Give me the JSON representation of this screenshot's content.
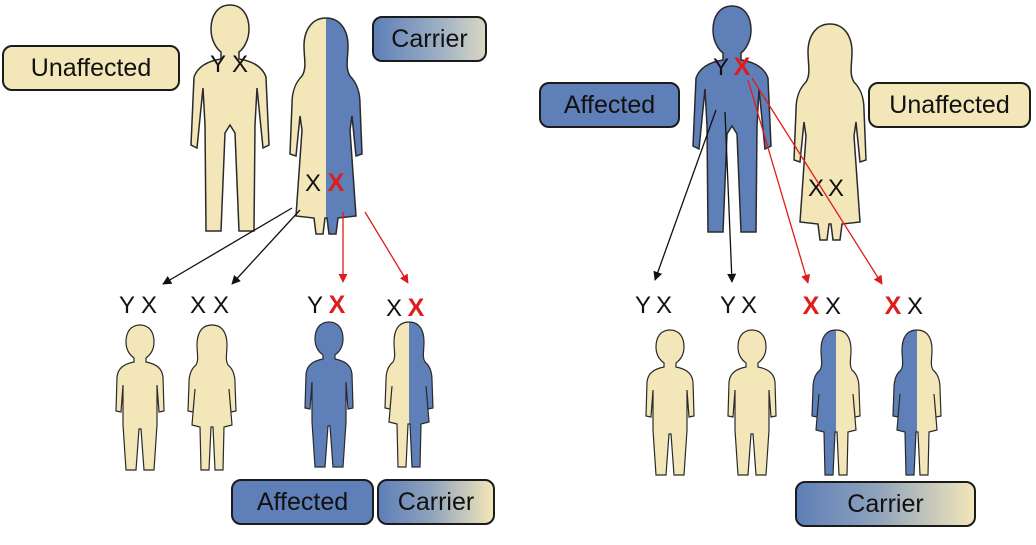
{
  "labels": {
    "left_father": "Unaffected",
    "left_mother": "Carrier",
    "left_affected": "Affected",
    "left_carrier": "Carrier",
    "right_father": "Affected",
    "right_mother": "Unaffected",
    "right_carrier": "Carrier"
  },
  "genotypes": {
    "left_father": [
      "Y",
      "X"
    ],
    "left_mother": [
      "X",
      "X"
    ],
    "left_child_1": [
      "Y",
      "X"
    ],
    "left_child_2": [
      "X",
      "X"
    ],
    "left_child_3": [
      "Y",
      "X"
    ],
    "left_child_4": [
      "X",
      "X"
    ],
    "right_father": [
      "Y",
      "X"
    ],
    "right_mother": [
      "X",
      "X"
    ],
    "right_child_1": [
      "Y",
      "X"
    ],
    "right_child_2": [
      "Y",
      "X"
    ],
    "right_child_3": [
      "X",
      "X"
    ],
    "right_child_4": [
      "X",
      "X"
    ]
  },
  "colors": {
    "unaffected": "#f3e6b8",
    "affected": "#5e7fb7",
    "mutant_allele": "#e01b1b",
    "normal_allele": "#111111",
    "arrow_normal": "#111111",
    "arrow_mutant": "#e01b1b"
  }
}
